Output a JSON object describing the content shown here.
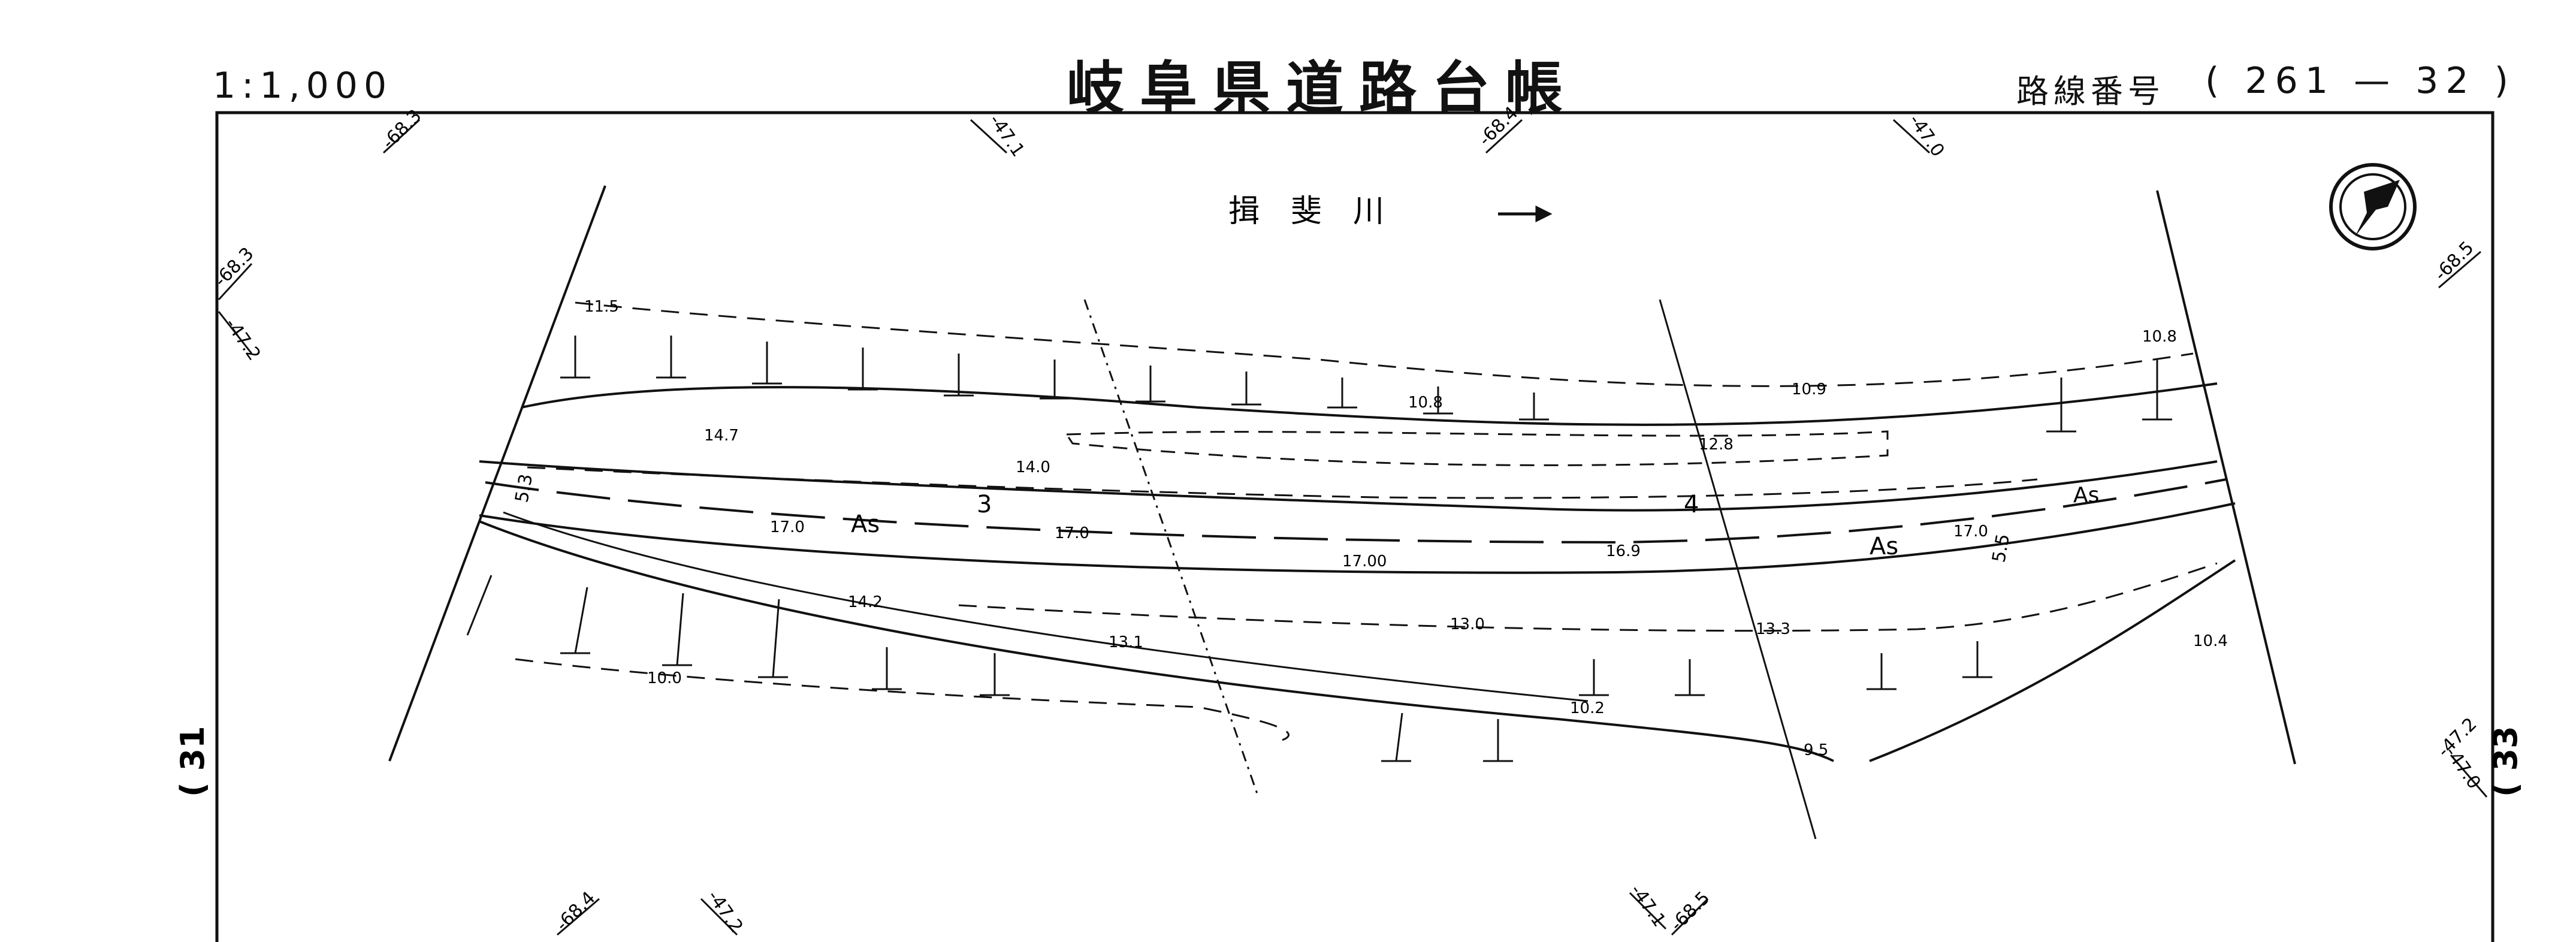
{
  "header": {
    "scale": "1:1,000",
    "title": "岐阜県道路台帳",
    "route_label": "路線番号",
    "route_number": "( 261 — 32 )"
  },
  "sheets": {
    "left": "( 31",
    "right": "( 33"
  },
  "map": {
    "river_label": "揖　斐　川",
    "pavement_label": "As",
    "station_marks": [
      "3",
      "4"
    ],
    "lane_marks": [
      "5.3",
      "5.5"
    ],
    "coordinates": [
      "-68.3",
      "-47.1",
      "-68.4",
      "-47.0",
      "-68.5",
      "-47.2",
      "-68.4",
      "-47.2",
      "-47.1",
      "-68.5",
      "-47.0",
      "-68.3",
      "-47.2"
    ],
    "spot_heights": [
      "11.5",
      "14.7",
      "14.0",
      "17.0",
      "17.0",
      "10.8",
      "10.9",
      "12.8",
      "10.8",
      "16.9",
      "17.00",
      "17.0",
      "14.2",
      "13.1",
      "13.0",
      "13.3",
      "10.0",
      "10.2",
      "10.4",
      "9.5"
    ]
  },
  "colors": {
    "ink": "#111111",
    "paper": "#ffffff"
  }
}
